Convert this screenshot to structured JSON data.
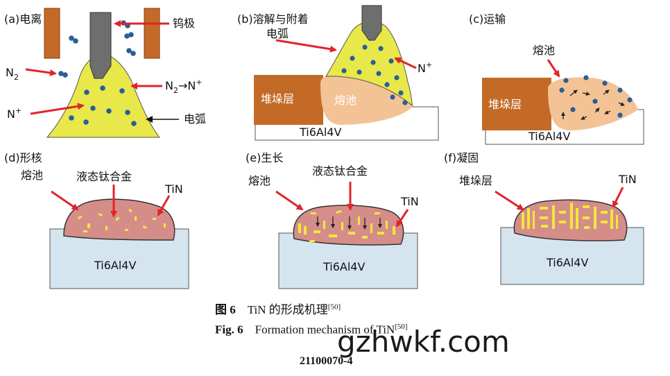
{
  "panels": {
    "a": {
      "title": "(a)电离",
      "tungsten": "钨极",
      "n2": "N",
      "n2_sub": "2",
      "n2_n_a": "N",
      "n2_n_sub": "2",
      "n2_n_arrow": "→",
      "n2_n_b": "N",
      "n2_n_sup": "+",
      "nplus": "N",
      "nplus_sup": "+",
      "arc": "电弧"
    },
    "b": {
      "title": "(b)溶解与附着",
      "arc": "电弧",
      "nplus": "N",
      "nplus_sup": "+",
      "deposit": "堆垛层",
      "pool": "熔池",
      "substrate": "Ti6Al4V"
    },
    "c": {
      "title": "(c)运输",
      "pool": "熔池",
      "deposit": "堆垛层",
      "substrate": "Ti6Al4V"
    },
    "d": {
      "title": "(d)形核",
      "pool": "熔池",
      "liquid": "液态钛合金",
      "tin": "TiN",
      "substrate": "Ti6Al4V"
    },
    "e": {
      "title": "(e)生长",
      "pool": "熔池",
      "liquid": "液态钛合金",
      "tin": "TiN",
      "substrate": "Ti6Al4V"
    },
    "f": {
      "title": "(f)凝固",
      "deposit": "堆垛层",
      "tin": "TiN",
      "substrate": "Ti6Al4V"
    }
  },
  "caption": {
    "cn_label": "图 6",
    "cn_text": "TiN 的形成机理",
    "cn_ref": "[50]",
    "en_label": "Fig. 6",
    "en_text": "Formation mechanism of TiN",
    "en_ref": "[50]"
  },
  "watermark": "gzhwkf.com",
  "page_number": "21100070-4",
  "colors": {
    "yellow": "#e8e84a",
    "electrode": "#6e6e6e",
    "copper": "#c46a27",
    "pool_light": "#f3c396",
    "pool_pink": "#d58d8a",
    "substrate_blue": "#d5e5f0",
    "dot_blue": "#2a5e96",
    "arrow_red": "#e2232a",
    "tin_yellow": "#f2e83a"
  }
}
